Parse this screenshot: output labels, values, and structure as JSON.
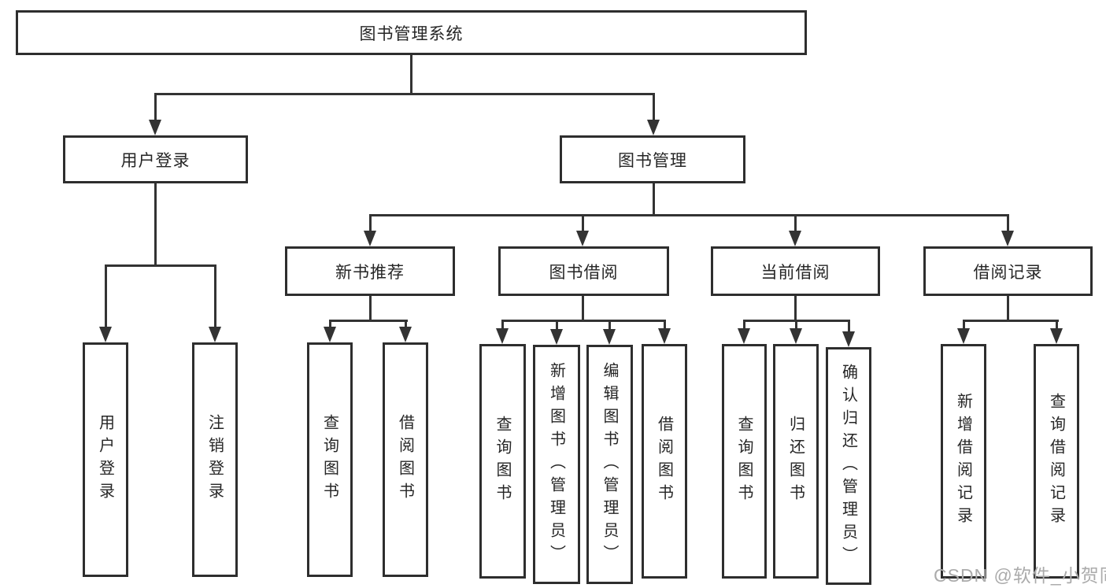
{
  "diagram": {
    "title": "图书管理系统",
    "level2": {
      "user_login": "用户登录",
      "book_mgmt": "图书管理"
    },
    "level3": {
      "new_book": "新书推荐",
      "book_borrow": "图书借阅",
      "current_borrow": "当前借阅",
      "borrow_record": "借阅记录"
    },
    "leaves": {
      "user_login": [
        "用户登录",
        "注销登录"
      ],
      "new_book": [
        "查询图书",
        "借阅图书"
      ],
      "book_borrow": [
        "查询图书",
        "新增图书（管理员）",
        "编辑图书（管理员）",
        "借阅图书"
      ],
      "current_borrow": [
        "查询图书",
        "归还图书",
        "确认归还（管理员）"
      ],
      "borrow_record": [
        "新增借阅记录",
        "查询借阅记录"
      ]
    }
  },
  "watermark": "CSDN @软件_小贺同学",
  "colors": {
    "line": "#333333",
    "box_border": "#2e2e2e",
    "text": "#262626",
    "watermark": "#ababab",
    "background": "#ffffff"
  }
}
